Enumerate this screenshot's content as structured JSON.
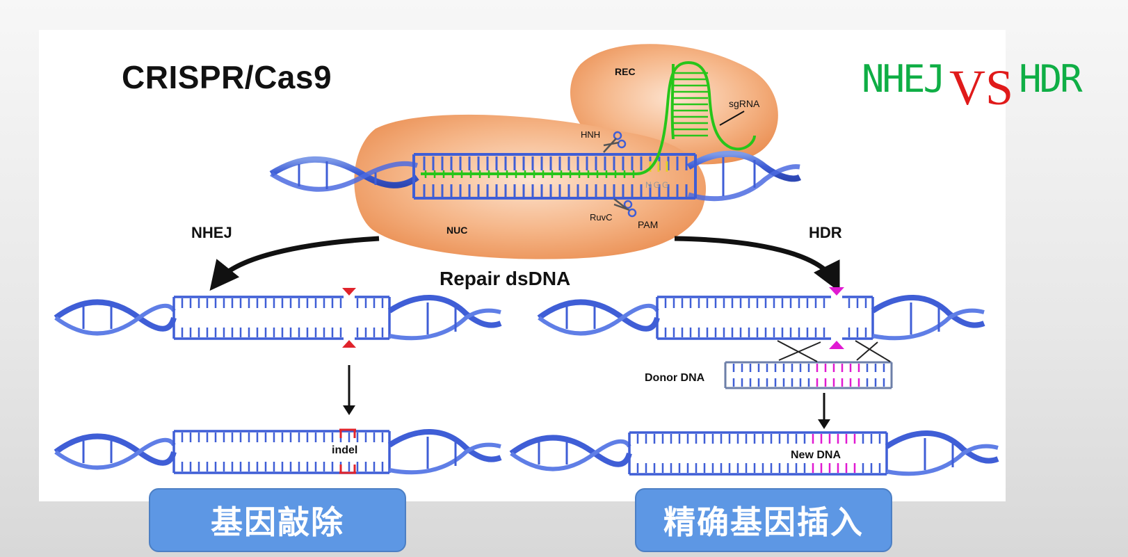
{
  "title": "CRISPR/Cas9",
  "vs_title": {
    "left": "NHEJ",
    "middle": "VS",
    "right": "HDR",
    "colors": {
      "left": "#0fae45",
      "middle": "#e01a1a",
      "right": "#0fae45"
    }
  },
  "diagram": {
    "labels": {
      "rec": "REC",
      "nuc": "NUC",
      "sgrna": "sgRNA",
      "hnh": "HNH",
      "ruvc": "RuvC",
      "pam": "PAM",
      "ngg": "NGG",
      "nhej": "NHEJ",
      "hdr": "HDR",
      "repair": "Repair dsDNA",
      "donor": "Donor DNA",
      "indel": "indel",
      "new_dna": "New DNA"
    },
    "colors": {
      "dna_blue": "#3f5ed6",
      "sgrna_green": "#27c51a",
      "protein_orange": "#f2a26a",
      "cut_red": "#e0232b",
      "hdr_magenta": "#e01ad2"
    }
  },
  "buttons": {
    "left": "基因敲除",
    "right": "精确基因插入"
  }
}
